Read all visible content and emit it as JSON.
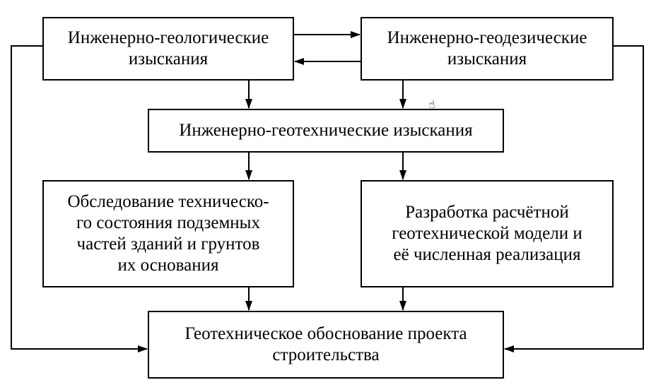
{
  "boxes": {
    "geology": [
      "Инженерно-геологические",
      "изыскания"
    ],
    "geodesy": [
      "Инженерно-геодезические",
      "изыскания"
    ],
    "geotech": [
      "Инженерно-геотехнические изыскания"
    ],
    "survey": [
      "Обследование техническо-",
      "го состояния подземных",
      "частей зданий и грунтов",
      "их основания"
    ],
    "model": [
      "Разработка расчётной",
      "геотехнической модели и",
      "её численная реализация"
    ],
    "justification": [
      "Геотехническое обоснование проекта",
      "строительства"
    ]
  },
  "cursor_icon": "hand-pointer-icon"
}
